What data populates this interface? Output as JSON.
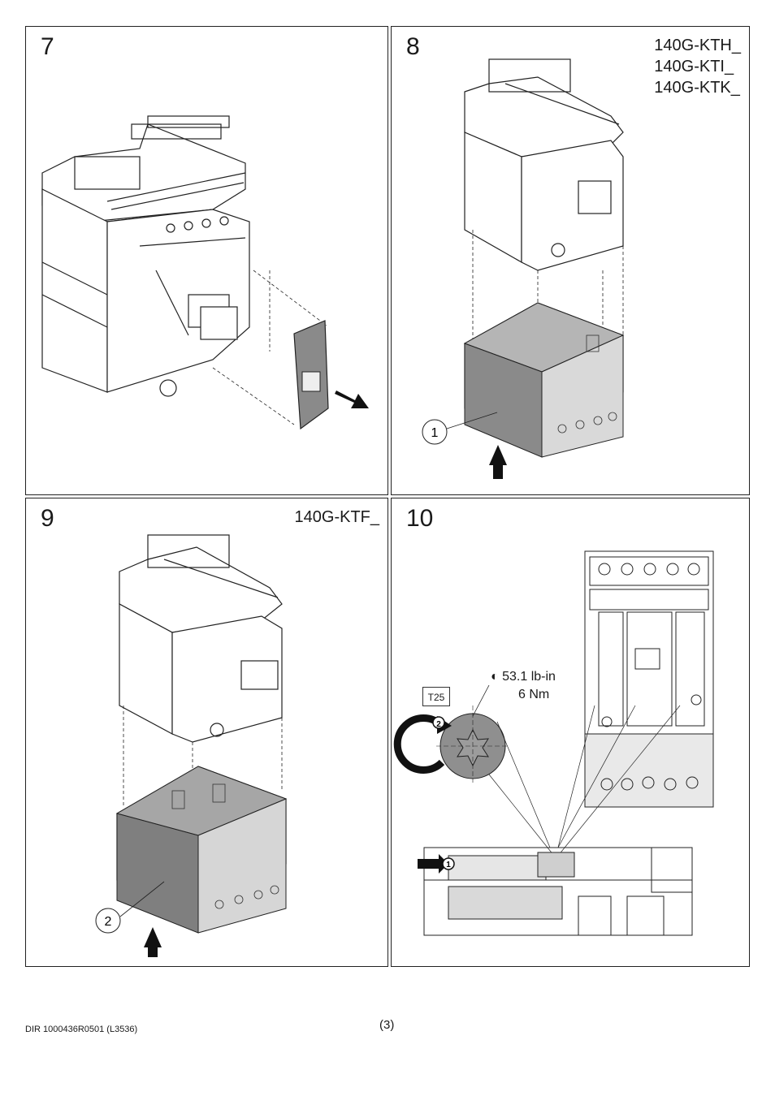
{
  "steps": [
    {
      "number": "7",
      "codes": []
    },
    {
      "number": "8",
      "codes": [
        "140G-KTH_",
        "140G-KTI_",
        "140G-KTK_"
      ],
      "callout": "1"
    },
    {
      "number": "9",
      "codes": [
        "140G-KTF_"
      ],
      "callout": "2"
    },
    {
      "number": "10",
      "tool": "T25",
      "torque_imperial": "53.1 lb-in",
      "torque_metric": "6 Nm",
      "sequence": [
        "1",
        "2"
      ]
    }
  ],
  "footer": {
    "document_id": "DIR 1000436R0501 (L3536)",
    "page": "(3)"
  },
  "colors": {
    "line": "#222222",
    "gray_module": "#8a8a8a",
    "gray_dark": "#6f6f6f"
  }
}
